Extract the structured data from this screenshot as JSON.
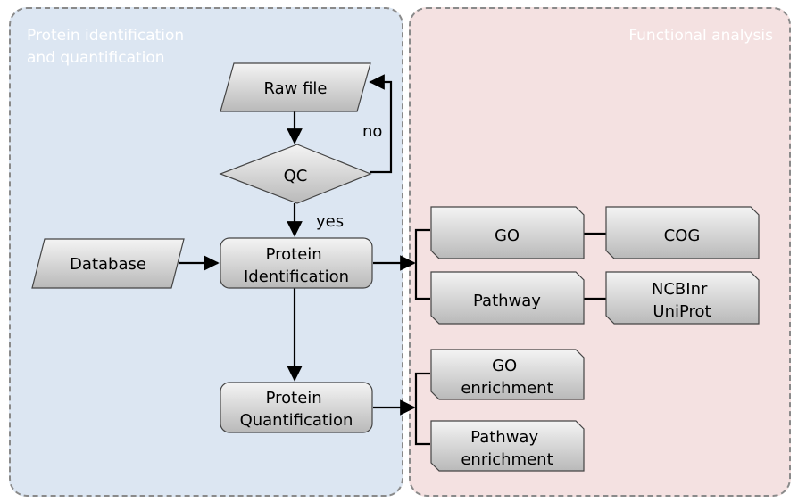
{
  "panels": {
    "left_title_line1": "Protein identification",
    "left_title_line2": "and quantification",
    "right_title": "Functional analysis"
  },
  "nodes": {
    "raw_file": "Raw file",
    "qc": "QC",
    "database": "Database",
    "protein_identification": [
      "Protein",
      "Identification"
    ],
    "protein_quantification": [
      "Protein",
      "Quantification"
    ],
    "go": "GO",
    "cog": "COG",
    "pathway": "Pathway",
    "ncbi_uniprot": [
      "NCBInr",
      "UniProt"
    ],
    "go_enrichment": [
      "GO",
      "enrichment"
    ],
    "pathway_enrichment": [
      "Pathway",
      "enrichment"
    ]
  },
  "edge_labels": {
    "no": "no",
    "yes": "yes"
  },
  "colors": {
    "left_panel": "#dce6f2",
    "right_panel": "#f4e1e1",
    "node_fill_top": "#f4f4f4",
    "node_fill_bottom": "#b9b9b9"
  }
}
